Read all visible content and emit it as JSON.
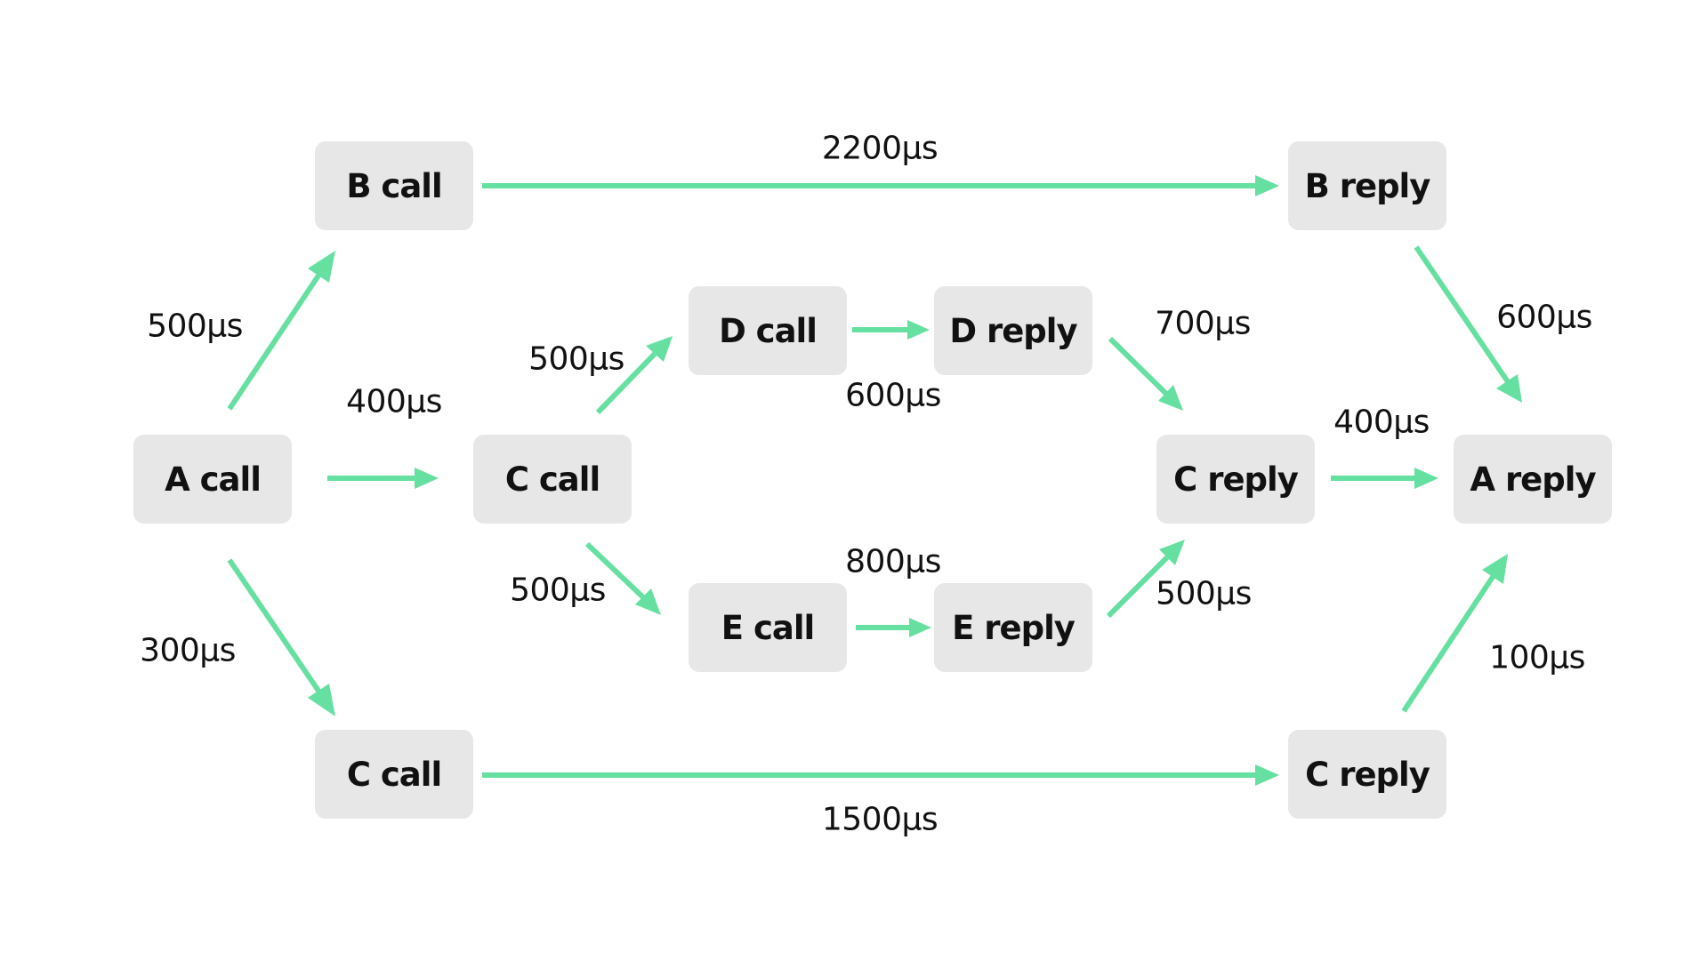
{
  "colors": {
    "edge": "#66e0a0",
    "node_fill": "#e7e7e8",
    "text": "#111111",
    "background": "#ffffff"
  },
  "nodes": {
    "a_call": "A call",
    "b_call": "B call",
    "c_call_mid": "C call",
    "c_call_bottom": "C call",
    "d_call": "D call",
    "d_reply": "D reply",
    "e_call": "E call",
    "e_reply": "E reply",
    "c_reply_mid": "C reply",
    "c_reply_bottom": "C reply",
    "b_reply": "B reply",
    "a_reply": "A reply"
  },
  "edges": [
    {
      "from": "a_call",
      "to": "b_call",
      "label": "500μs"
    },
    {
      "from": "a_call",
      "to": "c_call_mid",
      "label": "400μs"
    },
    {
      "from": "a_call",
      "to": "c_call_bottom",
      "label": "300μs"
    },
    {
      "from": "b_call",
      "to": "b_reply",
      "label": "2200μs"
    },
    {
      "from": "c_call_mid",
      "to": "d_call",
      "label": "500μs"
    },
    {
      "from": "c_call_mid",
      "to": "e_call",
      "label": "500μs"
    },
    {
      "from": "d_call",
      "to": "d_reply",
      "label": "600μs"
    },
    {
      "from": "e_call",
      "to": "e_reply",
      "label": "800μs"
    },
    {
      "from": "d_reply",
      "to": "c_reply_mid",
      "label": "700μs"
    },
    {
      "from": "e_reply",
      "to": "c_reply_mid",
      "label": "500μs"
    },
    {
      "from": "c_reply_mid",
      "to": "a_reply",
      "label": "400μs"
    },
    {
      "from": "b_reply",
      "to": "a_reply",
      "label": "600μs"
    },
    {
      "from": "c_call_bottom",
      "to": "c_reply_bottom",
      "label": "1500μs"
    },
    {
      "from": "c_reply_bottom",
      "to": "a_reply",
      "label": "100μs"
    }
  ]
}
